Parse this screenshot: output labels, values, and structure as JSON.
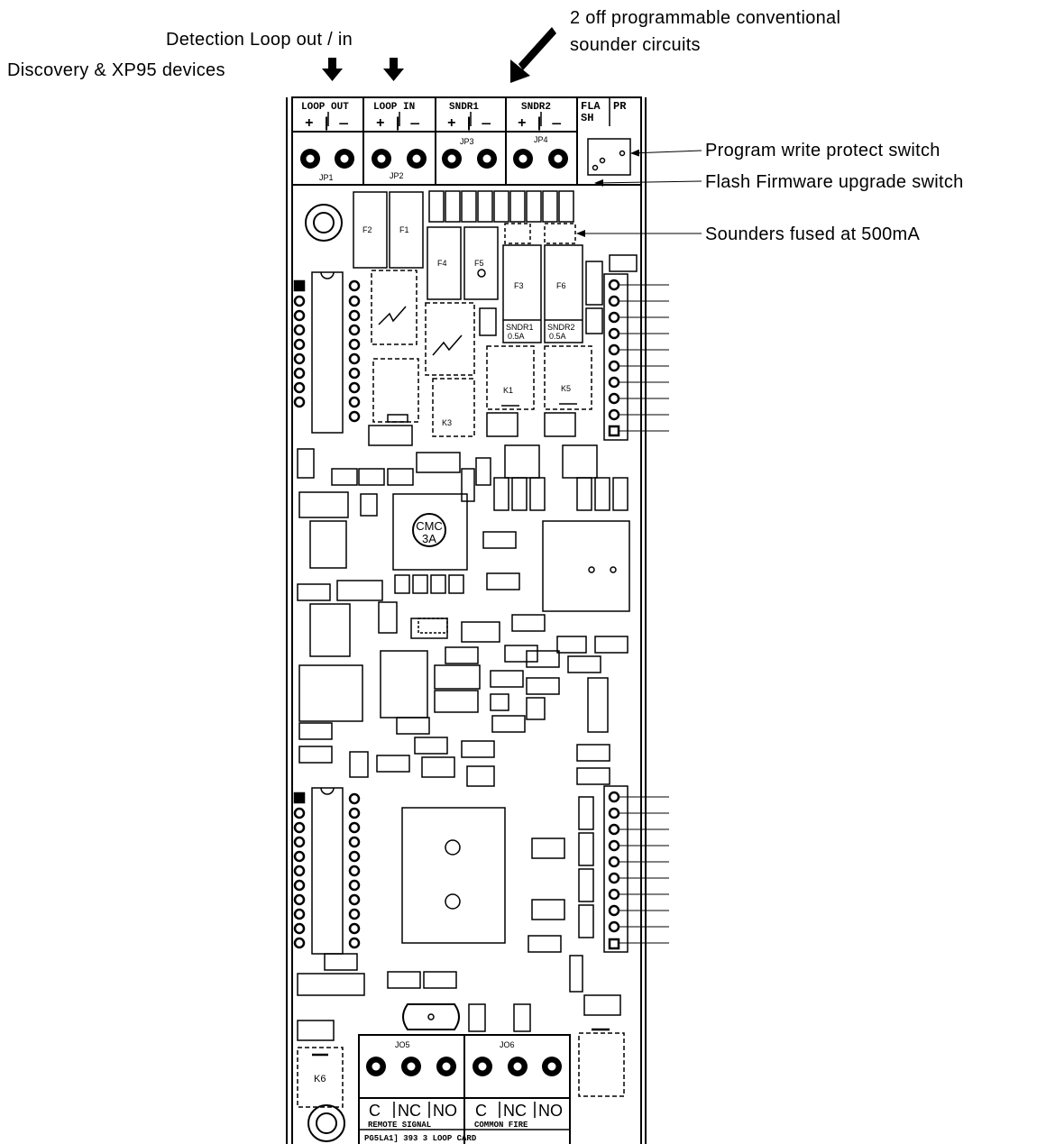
{
  "annotations": {
    "discovery": "Discovery & XP95 devices",
    "detection_loop": "Detection Loop out / in",
    "sounder_circuits_line1": "2 off programmable conventional",
    "sounder_circuits_line2": "sounder circuits",
    "write_protect": "Program write protect switch",
    "flash_upgrade": "Flash Firmware upgrade switch",
    "sounders_fused": "Sounders fused at 500mA"
  },
  "board": {
    "terminals_top": [
      {
        "name": "LOOP OUT",
        "polarity": "+ | —",
        "jumper": "JP1"
      },
      {
        "name": "LOOP IN",
        "polarity": "+ | —",
        "jumper": "JP2"
      },
      {
        "name": "SNDR1",
        "polarity": "+ | —",
        "jumper": "JP3"
      },
      {
        "name": "SNDR2",
        "polarity": "+ | —",
        "jumper": "JP4"
      }
    ],
    "flash_label_1": "FLA",
    "flash_label_2": "SH",
    "prog_label": "PR",
    "fuse_labels": {
      "f2": "F2",
      "f1": "F1",
      "f4": "F4",
      "f5": "F5",
      "f3": "F3",
      "f6": "F6"
    },
    "sndr1_label": "SNDR1",
    "sndr1_rating": "0.5A",
    "sndr2_label": "SNDR2",
    "sndr2_rating": "0.5A",
    "transformer_1": "CMC",
    "transformer_2": "3A",
    "relay_k6": "K6",
    "relay_k3": "K3",
    "relay_k1": "K1",
    "relay_k5": "K5",
    "bottom_terminals": [
      {
        "c": "C",
        "nc": "NC",
        "no": "NO",
        "caption": "REMOTE SIGNAL",
        "jumper": "JO5"
      },
      {
        "c": "C",
        "nc": "NC",
        "no": "NO",
        "caption": "COMMON FIRE",
        "jumper": "JO6"
      }
    ],
    "board_name": "PG5LA1] 393 3 LOOP CARD"
  },
  "colors": {
    "ink": "#000000",
    "paper": "#ffffff"
  }
}
